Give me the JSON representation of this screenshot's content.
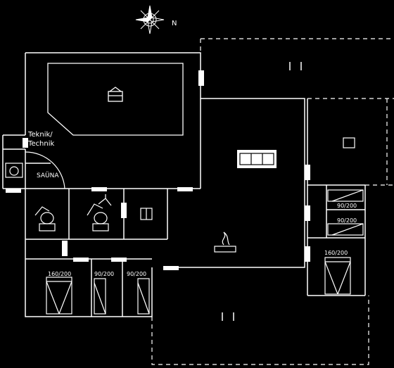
{
  "compass": {
    "north_label": "N"
  },
  "labels": {
    "technical_room": "Teknik/",
    "technical_room_2": "Technik",
    "sauna": "SAÜNA",
    "bed_bottom_left": "160/200",
    "bed_bottom_mid": "90/200",
    "bed_bottom_right": "90/200",
    "bed_right_top": "90/200",
    "bed_right_mid": "90/200",
    "bed_right_bottom": "160/200"
  },
  "icons": {
    "pool": "pool-icon",
    "sofa": "sofa-icon",
    "fireplace": "fireplace-icon",
    "toilet": "toilet-icon",
    "shower": "shower-icon",
    "washer": "washer-icon",
    "compass": "compass-rose-icon"
  },
  "colors": {
    "background": "#000000",
    "lines": "#ffffff"
  }
}
